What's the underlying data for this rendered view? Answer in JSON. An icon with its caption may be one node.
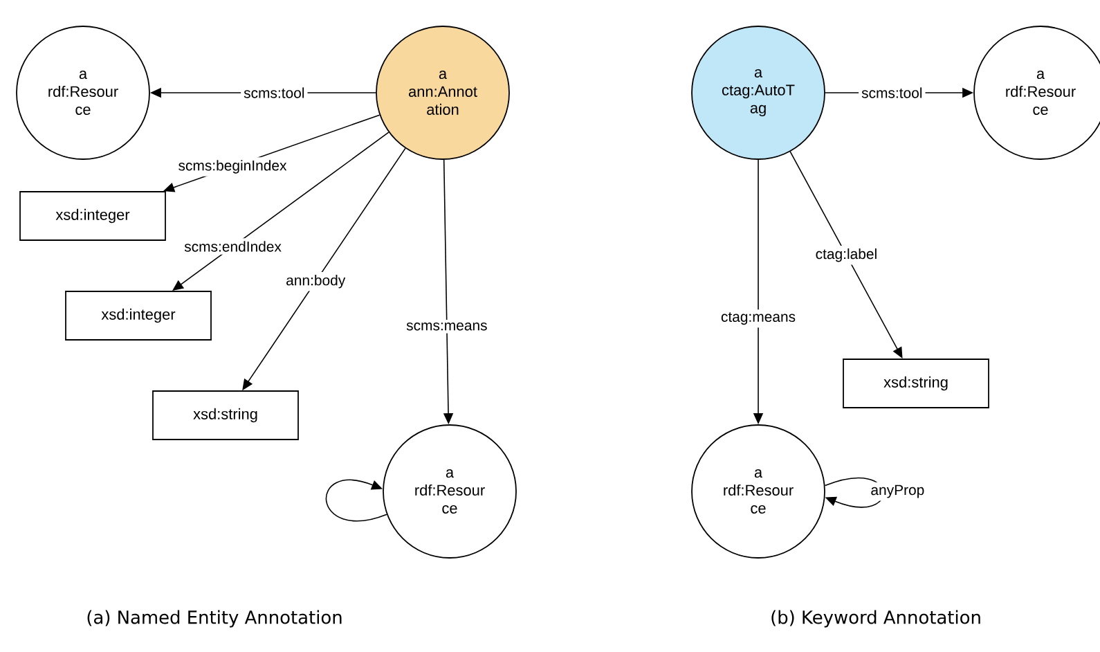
{
  "diagram": {
    "nodes": [
      {
        "text": [
          "a rdf:Resour ce"
        ]
      },
      {
        "text": [
          "a ann:Annot ation"
        ]
      },
      {
        "text": [
          "xsd:integer"
        ]
      },
      {
        "text": [
          "xsd:integer"
        ]
      },
      {
        "text": [
          "xsd:string"
        ]
      },
      {
        "text": [
          "a rdf:Resour ce"
        ]
      },
      {
        "text": [
          "a ctag:AutoT ag"
        ]
      },
      {
        "text": [
          "a rdf:Resour ce"
        ]
      },
      {
        "text": [
          "xsd:string"
        ]
      },
      {
        "text": [
          "a rdf:Resour ce"
        ]
      }
    ],
    "edges": [
      {
        "from": 1,
        "to": 0,
        "arrow": "to",
        "label": "scms:tool"
      },
      {
        "from": 1,
        "to": 2,
        "arrow": "to",
        "label": "scms:beginIndex"
      },
      {
        "from": 1,
        "to": 3,
        "arrow": "to",
        "label": "scms:endIndex"
      },
      {
        "from": 1,
        "to": 4,
        "arrow": "to",
        "label": "ann:body"
      },
      {
        "from": 1,
        "to": 5,
        "arrow": "to",
        "label": "scms:means"
      },
      {
        "from": 5,
        "to": 5,
        "arrow": "to"
      },
      {
        "from": 6,
        "to": 7,
        "arrow": "to",
        "label": "scms:tool"
      },
      {
        "from": 6,
        "to": 9,
        "arrow": "to",
        "label": "ctag:means"
      },
      {
        "from": 6,
        "to": 8,
        "arrow": "to",
        "label": "ctag:label"
      },
      {
        "from": 9,
        "to": 9,
        "arrow": "to",
        "label": "anyProp"
      }
    ],
    "labels": [
      "(a) Named Entity Annotation",
      "(b) Keyword Annotation"
    ]
  }
}
